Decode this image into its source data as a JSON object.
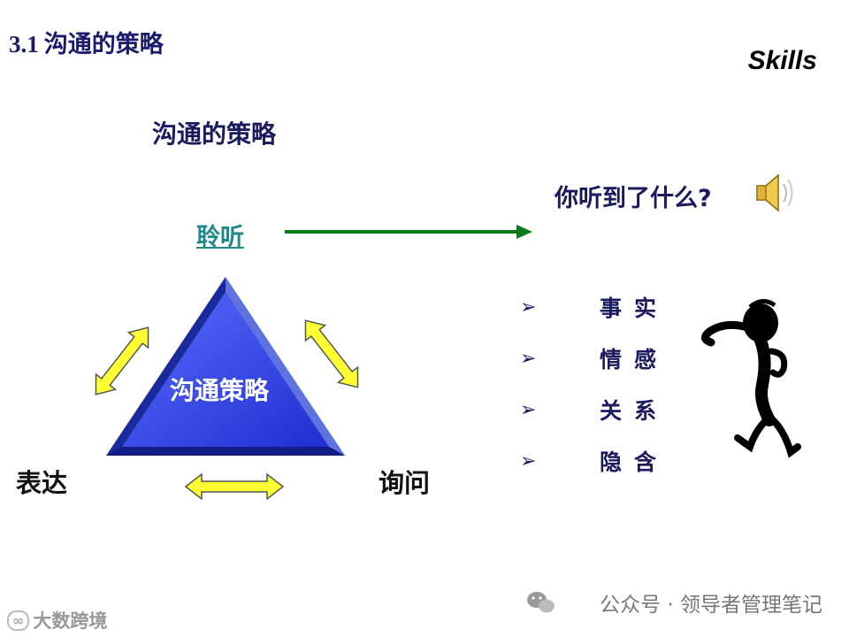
{
  "header": {
    "section_number": "3.1",
    "section_title": "沟通的策略",
    "skills_label": "Skills"
  },
  "main": {
    "subtitle": "沟通的策略",
    "question": "你听到了什么?",
    "listen_label": "聆听",
    "triangle_label": "沟通策略",
    "express_label": "表达",
    "ask_label": "询问",
    "bullet_symbol": "➢",
    "bullets": [
      "事实",
      "情感",
      "关系",
      "隐含"
    ]
  },
  "footer": {
    "wechat_text": "公众号 · 领导者管理笔记",
    "watermark_text": "大数跨境"
  },
  "colors": {
    "navy_text": "#1a1a5e",
    "listen_teal": "#1f8a8a",
    "triangle_blue": "#2b3fe0",
    "arrow_green": "#0a7a1a",
    "arrow_yellow": "#ffff33"
  }
}
